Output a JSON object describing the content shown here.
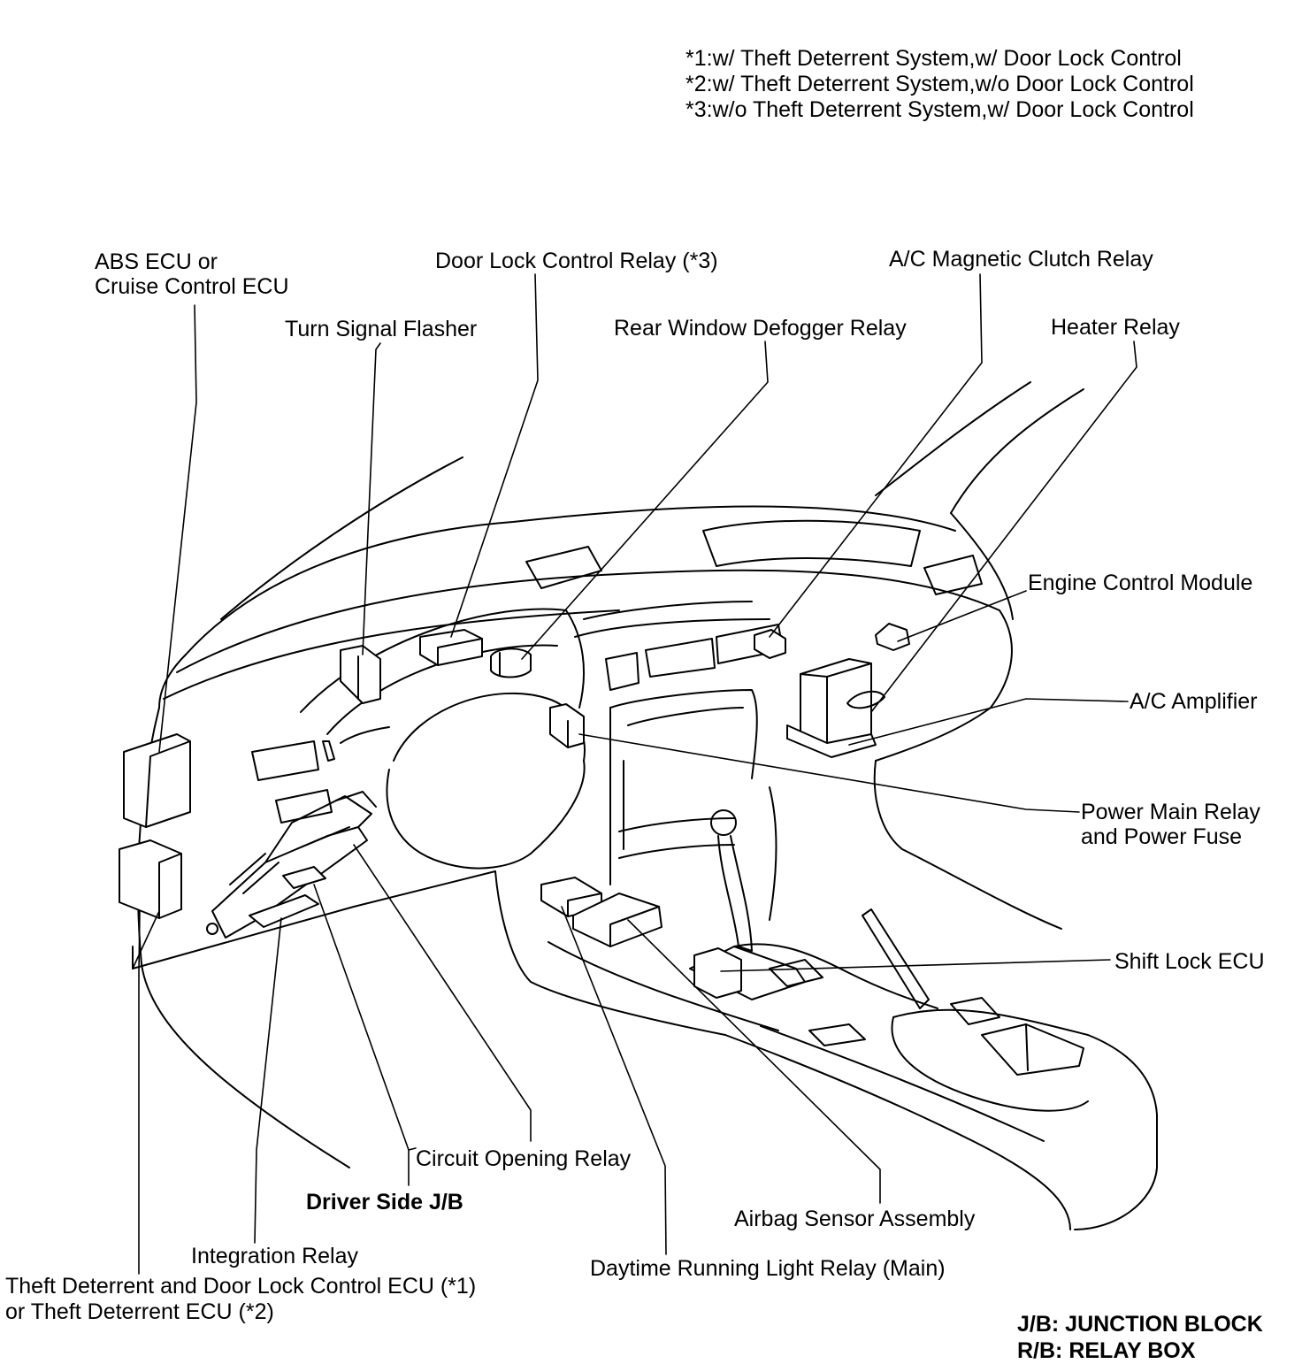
{
  "notes": [
    "*1:w/ Theft Deterrent System,w/ Door Lock Control",
    "*2:w/ Theft Deterrent System,w/o Door Lock Control",
    "*3:w/o Theft Deterrent System,w/ Door Lock Control"
  ],
  "labels": {
    "abs_ecu": [
      "ABS ECU or",
      "Cruise Control ECU"
    ],
    "turn_signal_flasher": "Turn Signal Flasher",
    "door_lock_control_relay": "Door Lock Control Relay (*3)",
    "rear_window_defogger_relay": "Rear Window Defogger Relay",
    "ac_magnetic_clutch_relay": "A/C Magnetic Clutch Relay",
    "heater_relay": "Heater Relay",
    "engine_control_module": "Engine Control Module",
    "ac_amplifier": "A/C Amplifier",
    "power_main_relay": [
      "Power Main Relay",
      "and Power Fuse"
    ],
    "shift_lock_ecu": "Shift Lock ECU",
    "circuit_opening_relay": "Circuit Opening Relay",
    "driver_side_jb": "Driver Side J/B",
    "airbag_sensor_assembly": "Airbag Sensor Assembly",
    "integration_relay": "Integration Relay",
    "daytime_running_light_relay": "Daytime Running Light Relay (Main)",
    "theft_deterrent_ecu": [
      "Theft Deterrent and Door Lock Control ECU (*1)",
      "or Theft Deterrent ECU (*2)"
    ]
  },
  "legend": [
    "J/B: JUNCTION BLOCK",
    "R/B: RELAY BOX"
  ]
}
